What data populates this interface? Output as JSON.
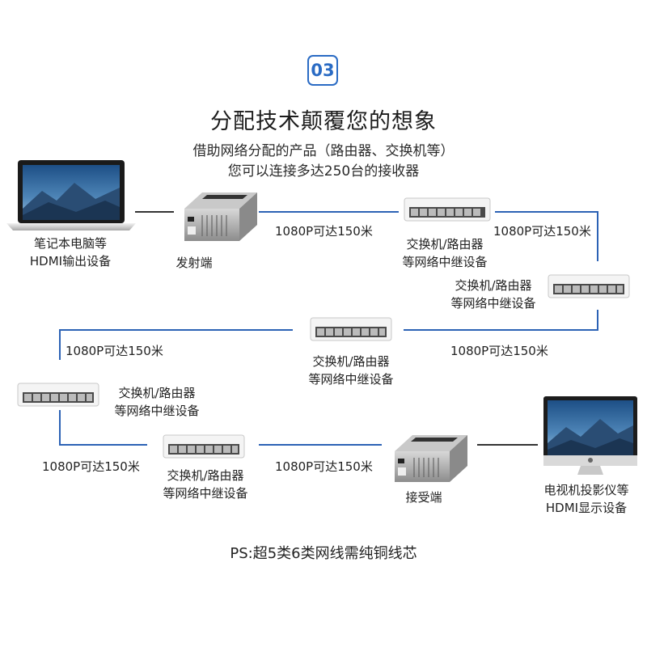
{
  "badge": "03",
  "title": "分配技术颠覆您的想象",
  "subtitle_line1": "借助网络分配的产品（路由器、交换机等）",
  "subtitle_line2": "您可以连接多达250台的接收器",
  "devices": {
    "laptop": [
      "笔记本电脑等",
      "HDMI输出设备"
    ],
    "transmitter": "发射端",
    "switch_line1": "交换机/路由器",
    "switch_line2": "等网络中继设备",
    "receiver": "接受端",
    "monitor": [
      "电视机投影仪等",
      "HDMI显示设备"
    ]
  },
  "distance": "1080P可达150米",
  "ps": "PS:超5类6类网线需纯铜线芯",
  "colors": {
    "accent": "#2a6bc4",
    "line": "#2c62b5"
  },
  "icons": [
    "laptop-icon",
    "extender-icon",
    "switch-icon",
    "monitor-icon"
  ]
}
